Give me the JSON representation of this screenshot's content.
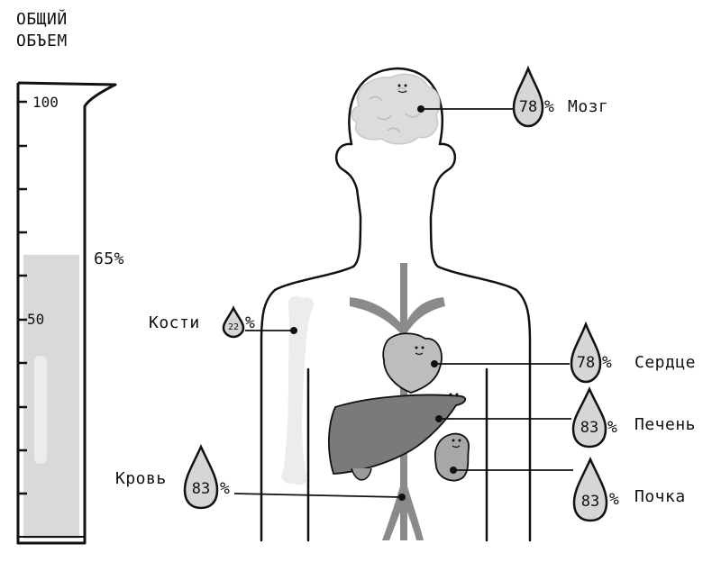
{
  "cylinder": {
    "title_line1": "ОБЩИЙ",
    "title_line2": "ОБЪЕМ",
    "tick_100": "100",
    "tick_50": "50",
    "fill_level_label": "65%",
    "fill_fraction": 0.65
  },
  "organs": {
    "brain": {
      "label": "Мозг",
      "value": "78",
      "unit": "%"
    },
    "bones": {
      "label": "Кости",
      "value": "22",
      "unit": "%"
    },
    "heart": {
      "label": "Сердце",
      "value": "78",
      "unit": "%"
    },
    "liver": {
      "label": "Печень",
      "value": "83",
      "unit": "%"
    },
    "blood": {
      "label": "Кровь",
      "value": "83",
      "unit": "%"
    },
    "kidney": {
      "label": "Почка",
      "value": "83",
      "unit": "%"
    }
  },
  "colors": {
    "outline": "#111111",
    "fill_light": "#d9d9d9",
    "fill_mid": "#b5b5b5",
    "fill_dark": "#7a7a7a",
    "vessel": "#8a8a8a"
  }
}
